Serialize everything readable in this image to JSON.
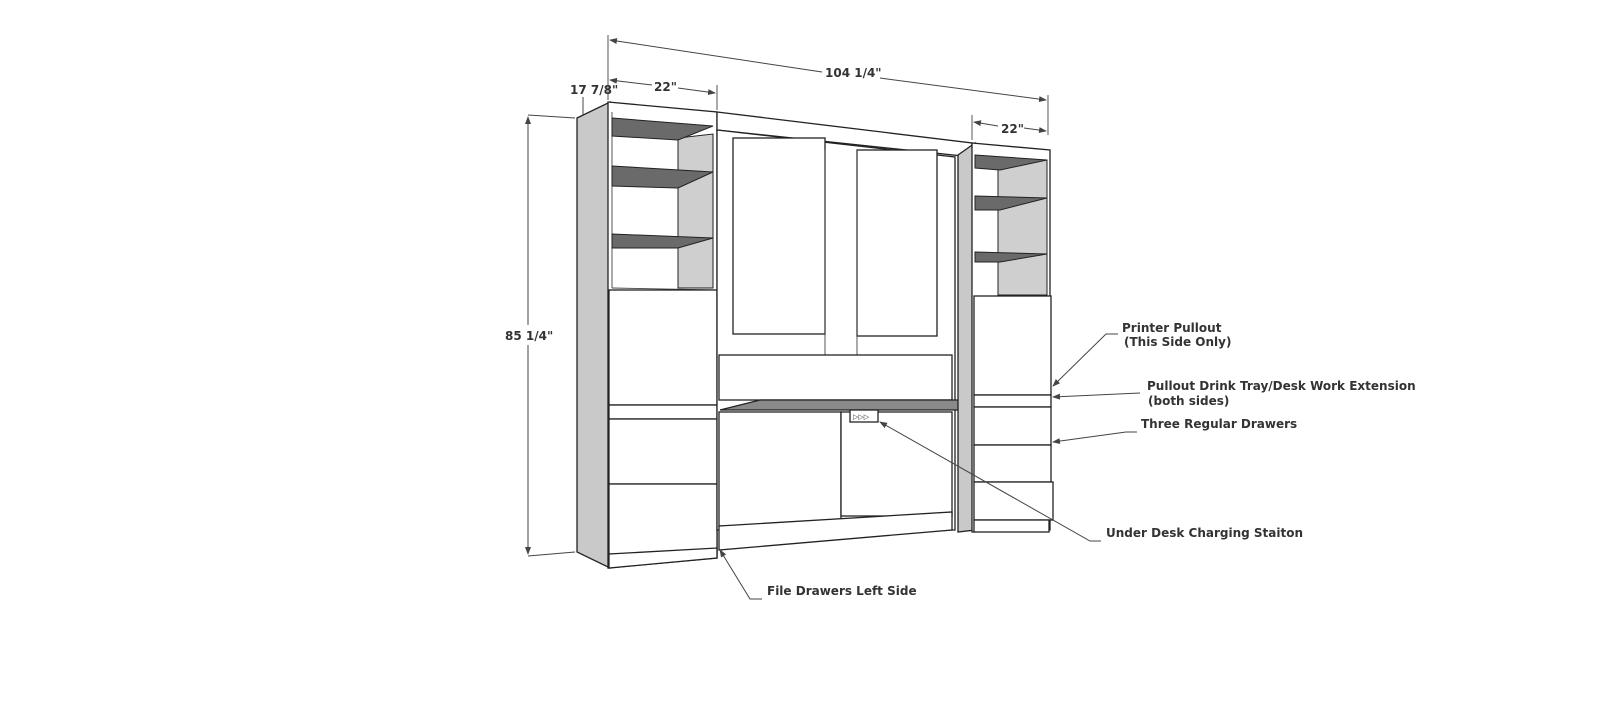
{
  "dimensions": {
    "overall_width": "104 1/4\"",
    "left_width": "22\"",
    "right_width": "22\"",
    "depth": "17 7/8\"",
    "height": "85 1/4\""
  },
  "callouts": {
    "printer_pullout_line1": "Printer Pullout",
    "printer_pullout_line2": "(This Side Only)",
    "drink_tray_line1": "Pullout Drink Tray/Desk Work Extension",
    "drink_tray_line2": "(both sides)",
    "three_drawers": "Three Regular Drawers",
    "charging_station": "Under Desk Charging Staiton",
    "file_drawers": "File Drawers Left Side"
  }
}
